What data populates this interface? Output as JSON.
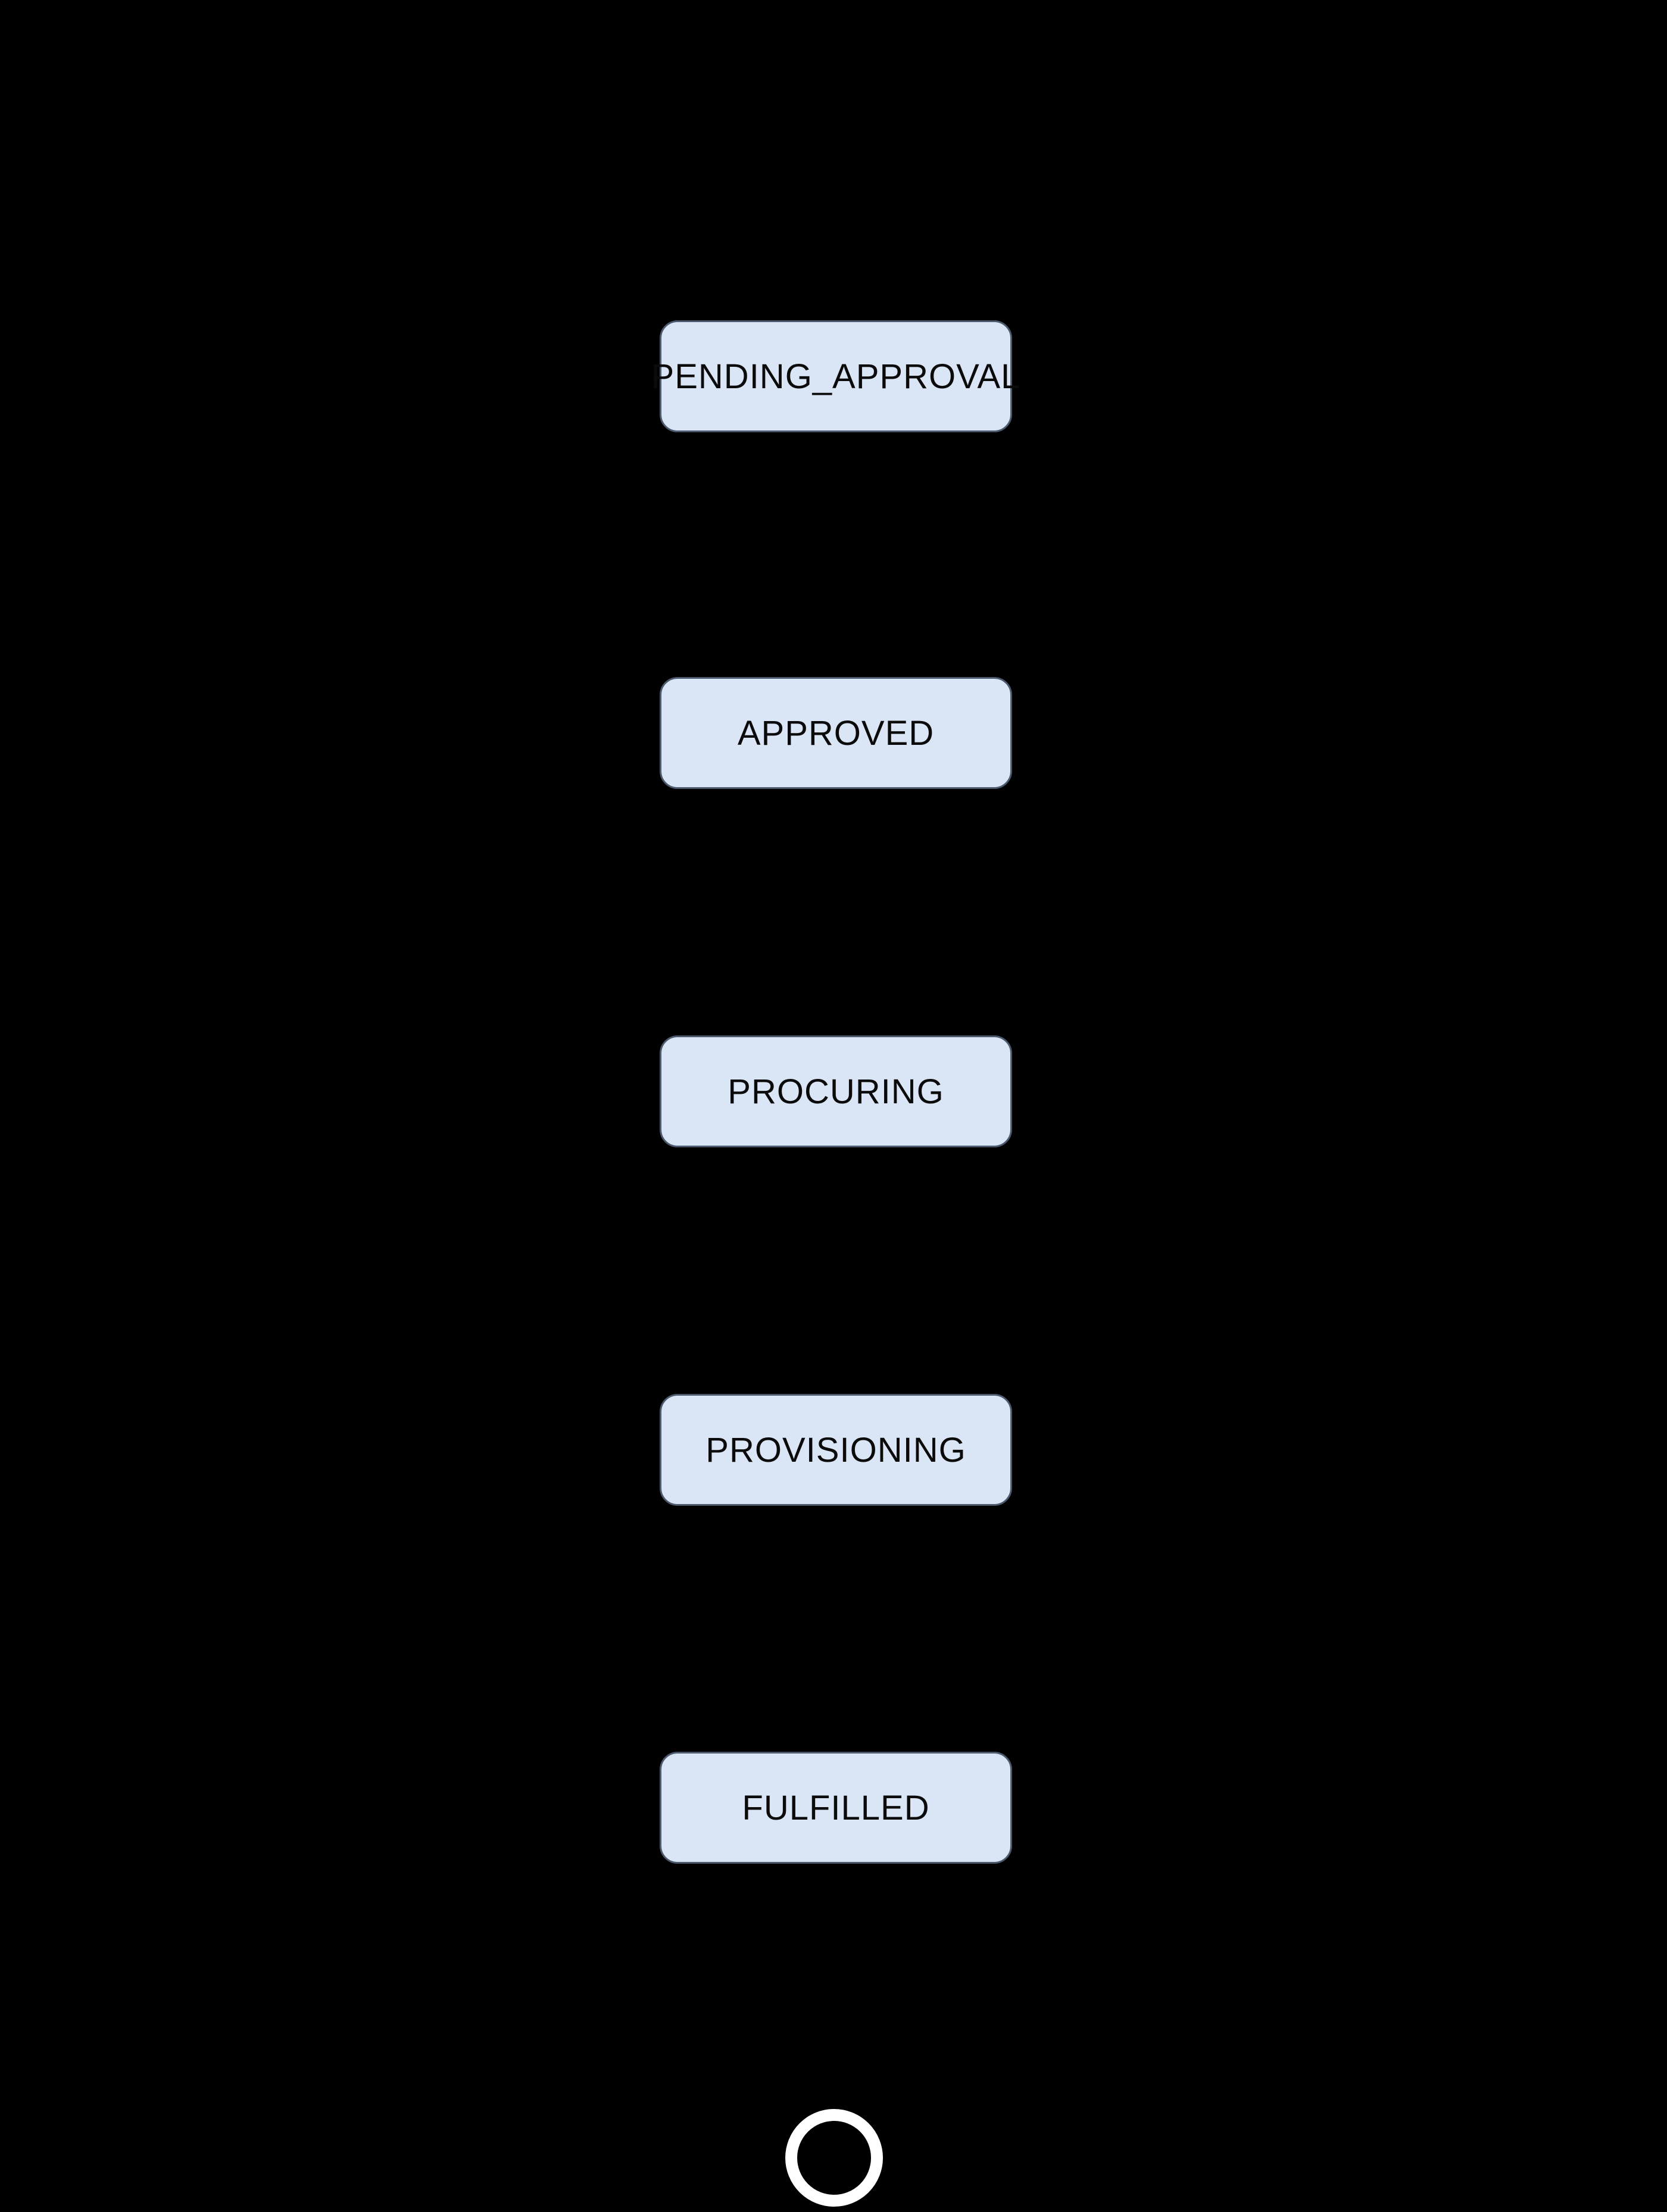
{
  "diagram": {
    "type": "state-machine-flow",
    "orientation": "vertical",
    "colors": {
      "background": "#000000",
      "node-fill": "#dae5f6",
      "node-border": "#4d5a6e",
      "node-text": "#0b0b0b",
      "final-ring": "#ffffff"
    },
    "states": [
      {
        "id": "pending_approval",
        "label": "PENDING_APPROVAL"
      },
      {
        "id": "approved",
        "label": "APPROVED"
      },
      {
        "id": "procuring",
        "label": "PROCURING"
      },
      {
        "id": "provisioning",
        "label": "PROVISIONING"
      },
      {
        "id": "fulfilled",
        "label": "FULFILLED"
      }
    ],
    "final_state": {
      "shape": "ring"
    }
  }
}
